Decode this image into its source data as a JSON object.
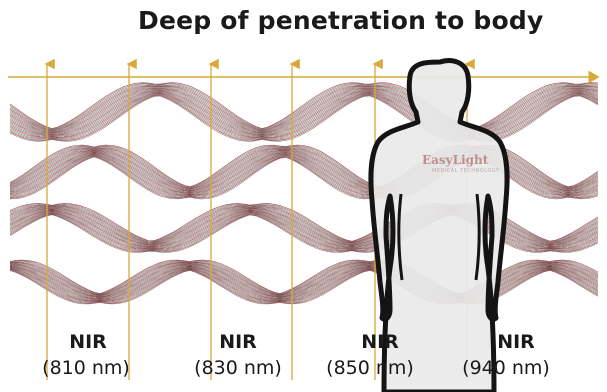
{
  "title": "Deep of penetration to body",
  "watermark": {
    "brand": "EasyLight",
    "tagline": "MEDICAL TECHNOLOGY"
  },
  "wavelength_labels": [
    {
      "band": "NIR",
      "wavelength": "(810 nm)"
    },
    {
      "band": "NIR",
      "wavelength": "(830 nm)"
    },
    {
      "band": "NIR",
      "wavelength": "(850 nm)"
    },
    {
      "band": "NIR",
      "wavelength": "(940 nm)"
    }
  ],
  "colors": {
    "wave_dark": "#2a0f0f",
    "wave_red": "#9a1f1f",
    "guide_gold": "#d9a93a",
    "silhouette_fill": "#e9e9e9",
    "silhouette_stroke": "#141414"
  },
  "icons": {
    "arrow": "up-arrow-icon",
    "body": "human-silhouette-icon"
  }
}
